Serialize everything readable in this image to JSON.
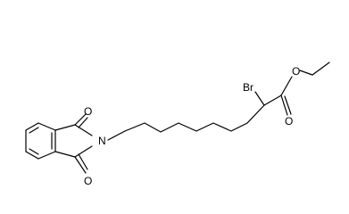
{
  "molecule": {
    "atom_labels": {
      "bromine": "Br",
      "ester_oxygen": "O",
      "carbonyl_oxygen": "O",
      "imide_oxygen_top": "O",
      "imide_oxygen_bottom": "O",
      "nitrogen": "N"
    }
  }
}
